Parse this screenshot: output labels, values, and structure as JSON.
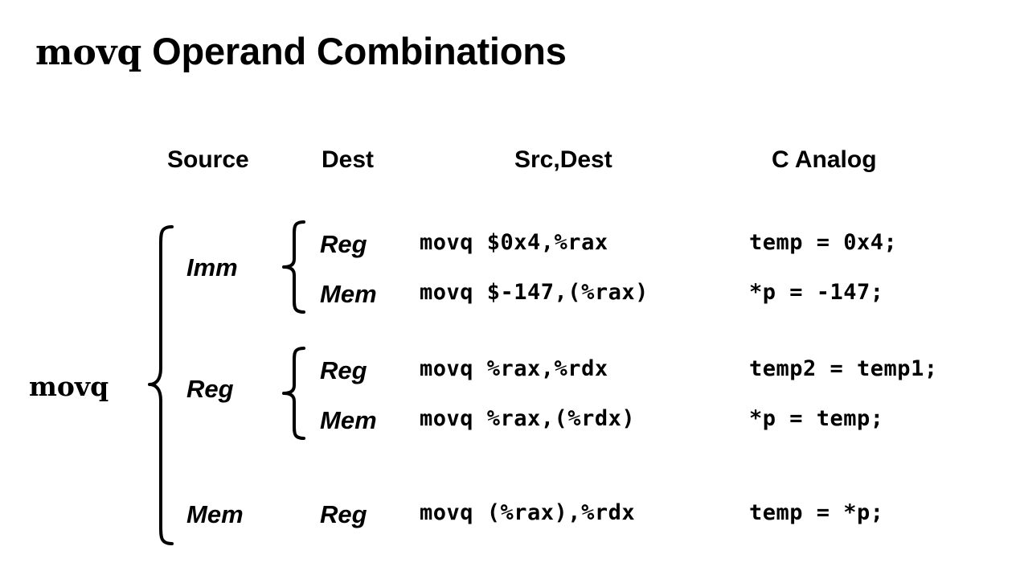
{
  "slide": {
    "title_mnemonic": "movq",
    "title_rest": " Operand Combinations",
    "background_color": "#ffffff",
    "text_color": "#000000"
  },
  "table": {
    "headers": {
      "source": "Source",
      "dest": "Dest",
      "src_dest": "Src,Dest",
      "c_analog": "C Analog"
    },
    "root_label": "movq",
    "groups": [
      {
        "source": "Imm",
        "rows": [
          {
            "dest": "Reg",
            "instruction": "movq $0x4,%rax",
            "c_analog": "temp = 0x4;"
          },
          {
            "dest": "Mem",
            "instruction": "movq $-147,(%rax)",
            "c_analog": "*p = -147;"
          }
        ]
      },
      {
        "source": "Reg",
        "rows": [
          {
            "dest": "Reg",
            "instruction": "movq %rax,%rdx",
            "c_analog": "temp2 = temp1;"
          },
          {
            "dest": "Mem",
            "instruction": "movq %rax,(%rdx)",
            "c_analog": "*p = temp;"
          }
        ]
      },
      {
        "source": "Mem",
        "rows": [
          {
            "dest": "Reg",
            "instruction": "movq (%rax),%rdx",
            "c_analog": "temp = *p;"
          }
        ]
      }
    ]
  }
}
